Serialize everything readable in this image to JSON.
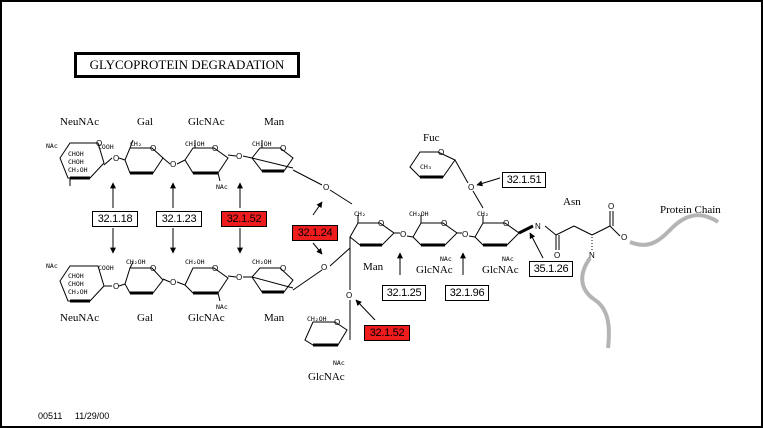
{
  "title": "GLYCOPROTEIN DEGRADATION",
  "colors": {
    "highlight": "#ee1c1c",
    "protein_chain": "#b4b4b4",
    "border": "#000000"
  },
  "residues": {
    "top_row": [
      "NeuNAc",
      "Gal",
      "GlcNAc",
      "Man"
    ],
    "bottom_row": [
      "NeuNAc",
      "Gal",
      "GlcNAc",
      "Man"
    ],
    "core_man": "Man",
    "core_glcnac_1": "GlcNAc",
    "core_glcnac_2": "GlcNAc",
    "branch_glcnac": "GlcNAc",
    "fucose": "Fuc",
    "asparagine": "Asn",
    "protein": "Protein Chain"
  },
  "substituents": {
    "nac": "NAc",
    "ch2oh": "CH₂OH",
    "chon": "CHOH",
    "ch2": "CH₂",
    "ch3": "CH₃",
    "cooh": "COOH",
    "o": "O",
    "n": "N"
  },
  "enzymes": [
    {
      "id": "ec-1",
      "label": "32.1.18",
      "highlighted": false
    },
    {
      "id": "ec-2",
      "label": "32.1.23",
      "highlighted": false
    },
    {
      "id": "ec-3",
      "label": "32.1.52",
      "highlighted": true
    },
    {
      "id": "ec-4",
      "label": "32.1.24",
      "highlighted": true
    },
    {
      "id": "ec-5",
      "label": "32.1.51",
      "highlighted": false
    },
    {
      "id": "ec-6",
      "label": "32.1.25",
      "highlighted": false
    },
    {
      "id": "ec-7",
      "label": "32.1.96",
      "highlighted": false
    },
    {
      "id": "ec-8",
      "label": "35.1.26",
      "highlighted": false
    },
    {
      "id": "ec-9",
      "label": "32.1.52",
      "highlighted": true
    }
  ],
  "footer": {
    "map_id": "00511",
    "date": "11/29/00"
  }
}
